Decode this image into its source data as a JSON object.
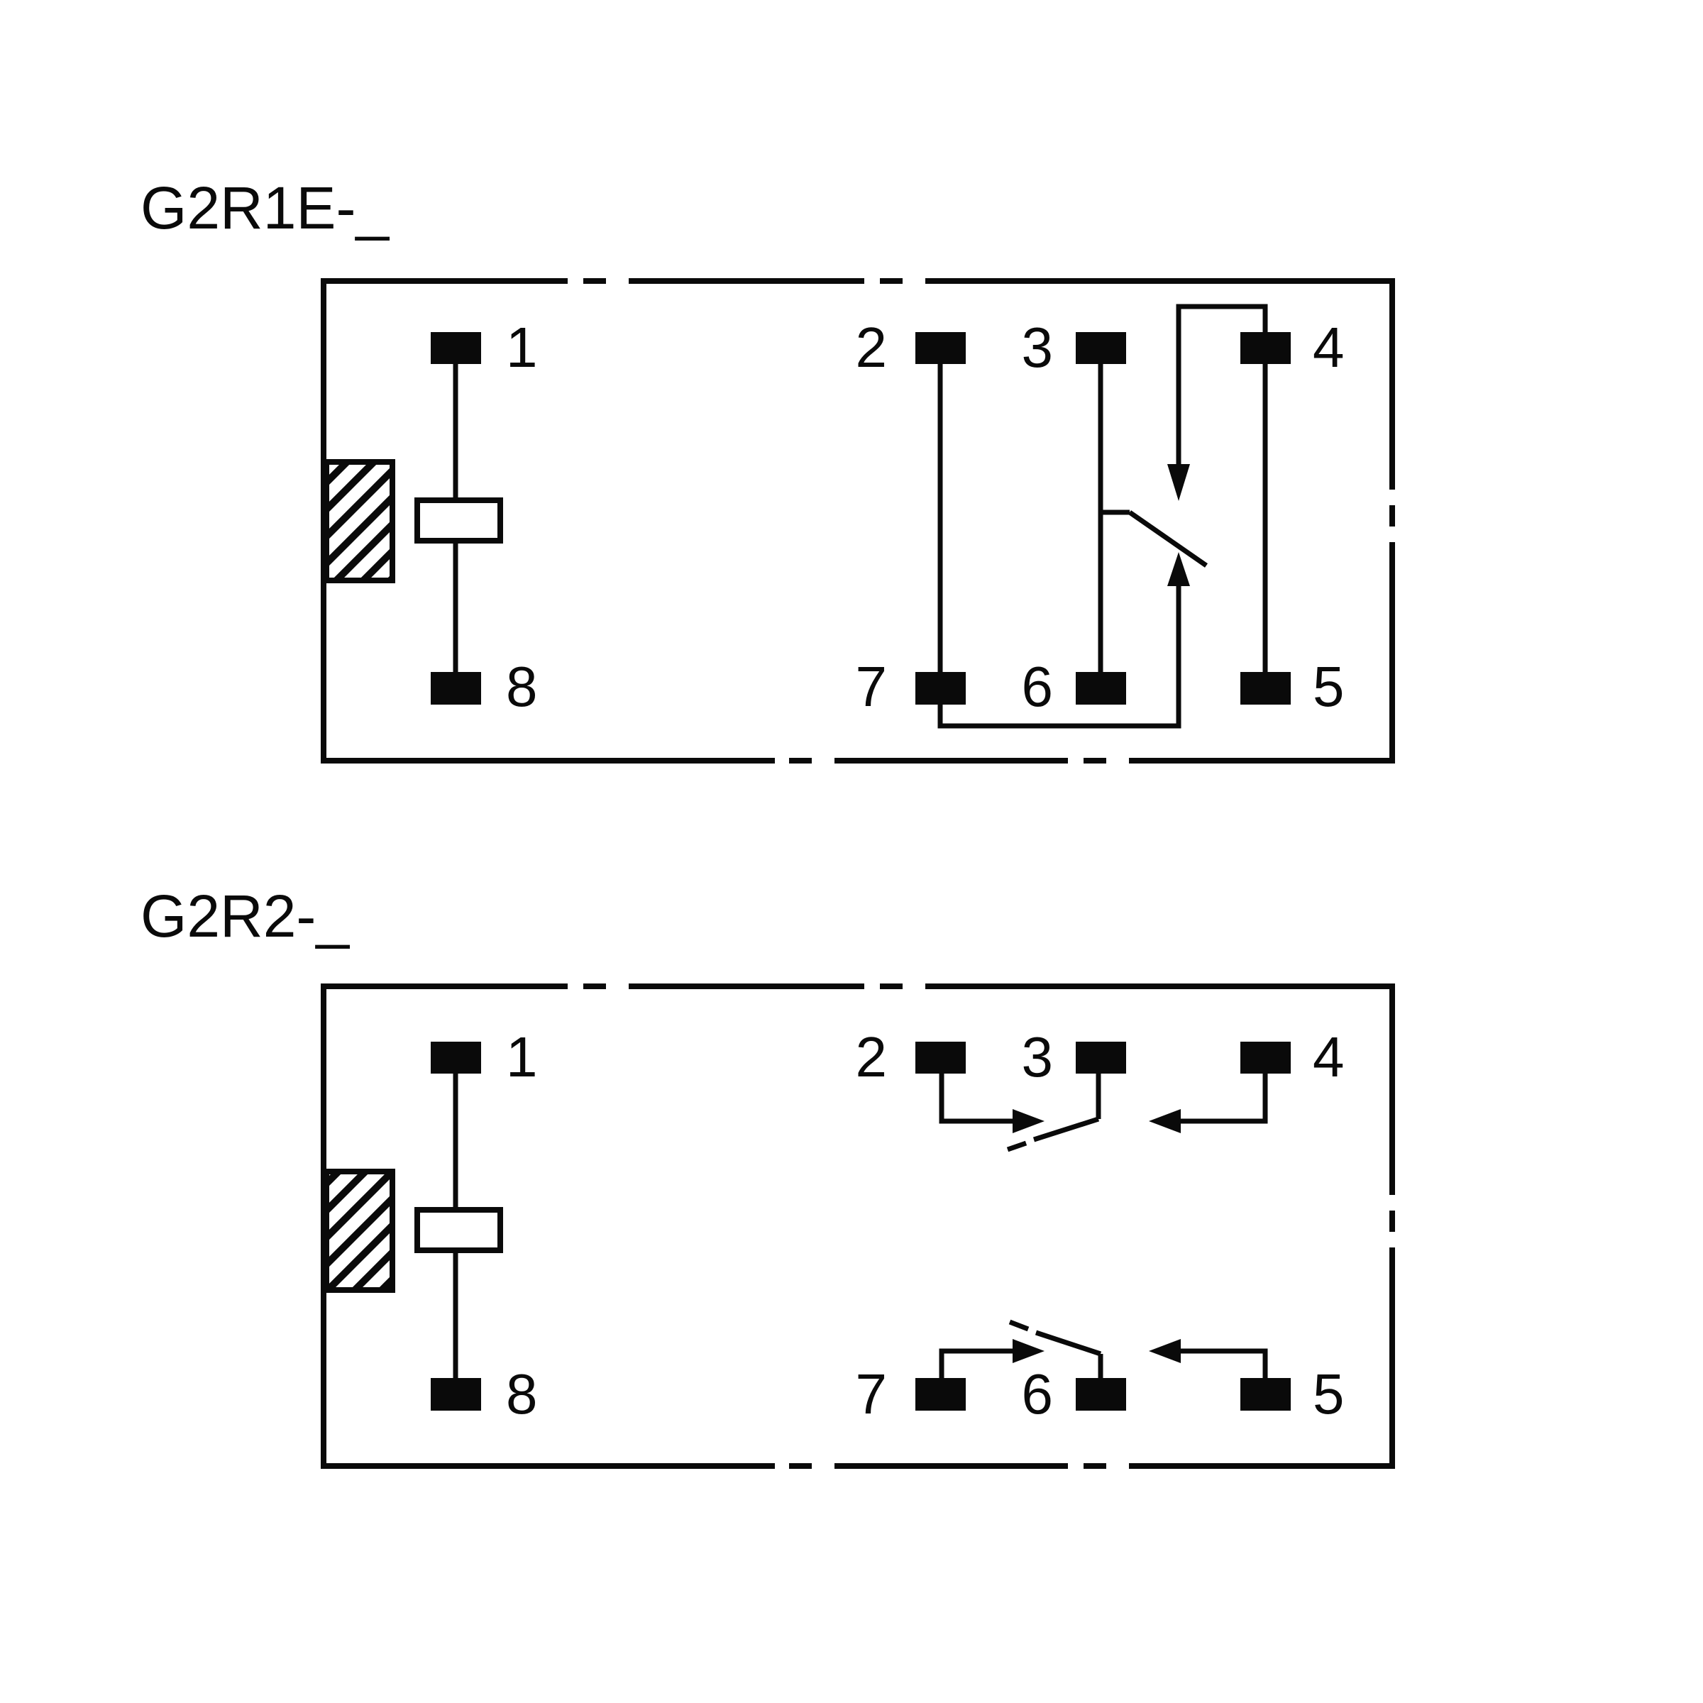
{
  "page": {
    "background_color": "#ffffff",
    "ink_color": "#0a0a0a",
    "description": "Relay terminal arrangement / internal connection diagrams (top view)"
  },
  "diagrams": [
    {
      "title": "G2R1E-_",
      "type": "relay-pin-layout",
      "pins": [
        "1",
        "2",
        "3",
        "4",
        "5",
        "6",
        "7",
        "8"
      ],
      "features": {
        "coil_between": [
          "1",
          "8"
        ],
        "contact_columns": [
          [
            "2",
            "7"
          ],
          [
            "3",
            "6"
          ],
          [
            "4",
            "5"
          ]
        ],
        "switch": "single movable blade with NC/NO arrow contacts"
      }
    },
    {
      "title": "G2R2-_",
      "type": "relay-pin-layout",
      "pins": [
        "1",
        "2",
        "3",
        "4",
        "5",
        "6",
        "7",
        "8"
      ],
      "features": {
        "coil_between": [
          "1",
          "8"
        ],
        "contact_groups": [
          [
            "2",
            "3",
            "4"
          ],
          [
            "7",
            "6",
            "5"
          ]
        ],
        "switch": "two movable blades with opposing arrow contacts"
      }
    }
  ]
}
